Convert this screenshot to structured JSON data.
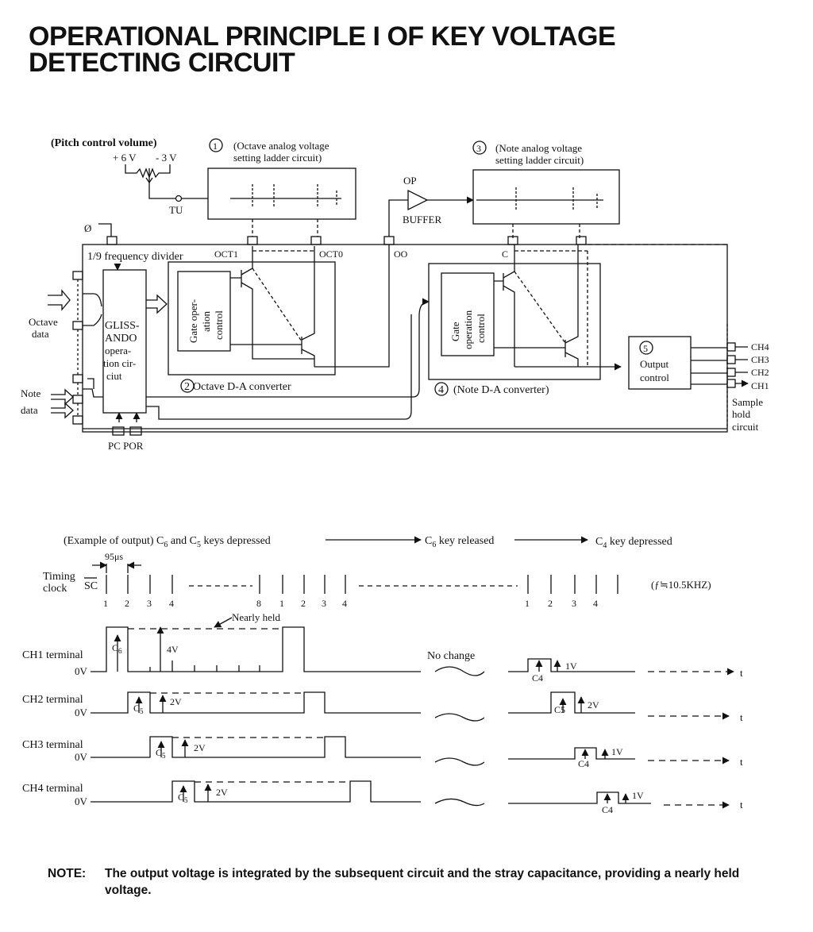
{
  "title": {
    "line1": "OPERATIONAL PRINCIPLE I OF KEY VOLTAGE",
    "line2": "DETECTING CIRCUIT"
  },
  "block": {
    "pitch_label": "(Pitch control volume)",
    "plus6": "+ 6 V",
    "minus3": "- 3 V",
    "tu": "TU",
    "phi": "Ø",
    "ladder1_num": "1",
    "ladder1_line1": "(Octave analog voltage",
    "ladder1_line2": "setting ladder circuit)",
    "ladder3_num": "3",
    "ladder3_line1": "(Note analog voltage",
    "ladder3_line2": "setting ladder circuit)",
    "op": "OP",
    "buffer": "BUFFER",
    "divider": "1/9 frequency divider",
    "oct1": "OCT1",
    "oct0": "OCT0",
    "oo": "OO",
    "c_label": "C",
    "gliss": [
      "GLISS-",
      "ANDO",
      "opera-",
      "tion cir-",
      "ciut"
    ],
    "gate1": [
      "Gate oper-",
      "ation",
      "control"
    ],
    "gate2": [
      "Gate",
      "operation",
      "control"
    ],
    "octave_data": [
      "Octave",
      "data"
    ],
    "note_data": [
      "Note",
      "data"
    ],
    "dac2_num": "2",
    "dac2_label": "Octave D-A converter",
    "dac4_num": "4",
    "dac4_label": "(Note D-A converter)",
    "out5_num": "5",
    "out_control": [
      "Output",
      "control"
    ],
    "channels": [
      "CH4",
      "CH3",
      "CH2",
      "CH1"
    ],
    "sample_hold": [
      "Sample",
      "hold",
      "circuit"
    ],
    "pc_por": "PC POR"
  },
  "timing": {
    "example": "(Example of output) C",
    "example_sub": "6",
    "and_c": " and C",
    "and_sub": "5",
    "keys_depressed": " keys depressed",
    "released_c": "C",
    "released_sub": "6",
    "released": " key released",
    "c4_c": "C",
    "c4_sub": "4",
    "c4_depressed": " key depressed",
    "period": "95μs",
    "timing_label": [
      "Timing",
      "clock"
    ],
    "sc": "SC",
    "freq": "(ƒ≒10.5KHZ)",
    "clock_numbers_a": [
      "1",
      "2",
      "3",
      "4"
    ],
    "clock_numbers_b": [
      "8",
      "1",
      "2",
      "3",
      "4"
    ],
    "clock_numbers_c": [
      "1",
      "2",
      "3",
      "4"
    ],
    "nearly_held": "Nearly held",
    "no_change": "No change",
    "zero_v": "0V",
    "t": "t",
    "channels": [
      {
        "name": "CH1 terminal",
        "c_main": "C",
        "c_main_sub": "6",
        "level": "4V",
        "c_after": "C4",
        "after_level": "1V"
      },
      {
        "name": "CH2 terminal",
        "c_main": "C",
        "c_main_sub": "5",
        "level": "2V",
        "c_after": "C5",
        "after_level": "2V"
      },
      {
        "name": "CH3 terminal",
        "c_main": "C",
        "c_main_sub": "5",
        "level": "2V",
        "c_after": "C4",
        "after_level": "1V"
      },
      {
        "name": "CH4 terminal",
        "c_main": "C",
        "c_main_sub": "5",
        "level": "2V",
        "c_after": "C4",
        "after_level": "1V"
      }
    ]
  },
  "note": {
    "label": "NOTE:",
    "text": "The output voltage is integrated by the subsequent circuit and the stray capacitance, providing a nearly held voltage."
  }
}
